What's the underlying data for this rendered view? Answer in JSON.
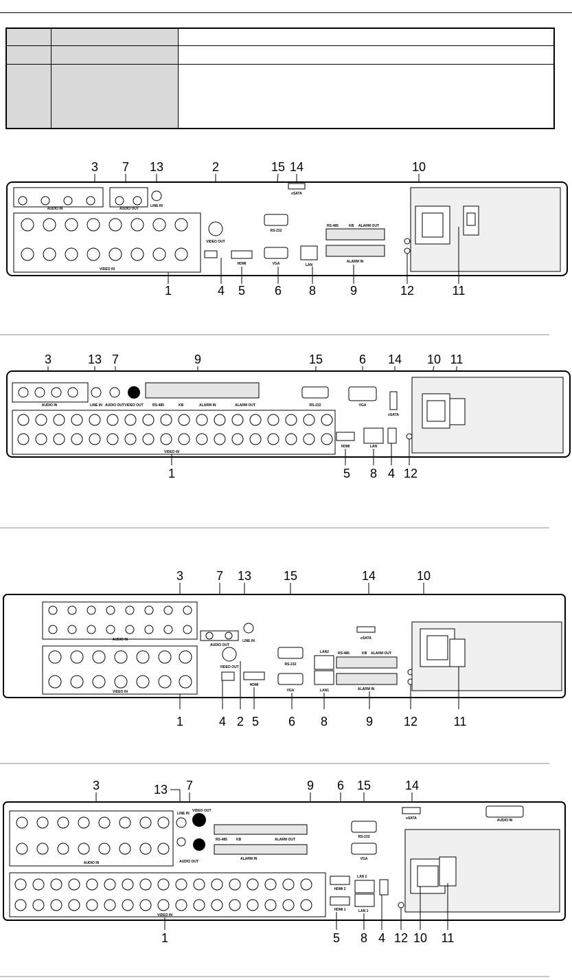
{
  "diagram1": {
    "callouts_top": [
      "3",
      "7",
      "13",
      "2",
      "15",
      "14",
      "10"
    ],
    "callouts_bottom": [
      "1",
      "4",
      "5",
      "6",
      "8",
      "9",
      "12",
      "11"
    ],
    "labels": {
      "audio_in": "AUDIO IN",
      "audio_out": "AUDIO OUT",
      "line_in": "LINE IN",
      "video_out": "VIDEO OUT",
      "rs232": "RS-232",
      "esata": "eSATA",
      "rs485": "RS-485",
      "kb": "KB",
      "alarm_out": "ALARM OUT",
      "alarm_in": "ALARM IN",
      "video_in": "VIDEO IN",
      "hdmi": "HDMI",
      "vga": "VGA",
      "lan": "LAN"
    }
  },
  "diagram2": {
    "callouts_top": [
      "3",
      "13",
      "7",
      "9",
      "15",
      "6",
      "14",
      "10",
      "11"
    ],
    "callouts_bottom": [
      "1",
      "5",
      "8",
      "4",
      "12"
    ],
    "labels": {
      "audio_in": "AUDIO IN",
      "line_in": "LINE IN",
      "audio_out": "AUDIO OUT",
      "video_out": "VIDEO OUT",
      "rs485": "RS-485",
      "kb": "KB",
      "alarm_in": "ALARM IN",
      "alarm_out": "ALARM OUT",
      "rs232": "RS-232",
      "vga": "VGA",
      "esata": "eSATA",
      "video_in": "VIDEO IN",
      "hdmi": "HDMI",
      "lan": "LAN"
    }
  },
  "diagram3": {
    "callouts_top": [
      "3",
      "7",
      "13",
      "15",
      "14",
      "10"
    ],
    "callouts_bottom": [
      "1",
      "4",
      "2",
      "5",
      "6",
      "8",
      "9",
      "12",
      "11"
    ],
    "labels": {
      "audio_in": "AUDIO IN",
      "audio_out": "AUDIO OUT",
      "line_in": "LINE IN",
      "rs232": "RS-232",
      "esata": "eSATA",
      "lan2": "LAN2",
      "lan1": "LAN1",
      "rs485": "RS-485",
      "kb": "KB",
      "alarm_out": "ALARM OUT",
      "alarm_in": "ALARM IN",
      "video_in": "VIDEO IN",
      "video_out": "VIDEO OUT",
      "hdmi": "HDMI",
      "vga": "VGA"
    }
  },
  "diagram4": {
    "callouts_top": [
      "3",
      "13",
      "7",
      "9",
      "6",
      "15",
      "14"
    ],
    "callouts_bottom": [
      "1",
      "5",
      "8",
      "4",
      "12",
      "10",
      "11"
    ],
    "labels": {
      "line_in": "LINE IN",
      "video_out": "VIDEO OUT",
      "audio_in": "AUDIO IN",
      "audio_out": "AUDIO OUT",
      "rs485": "RS-485",
      "kb": "KB",
      "alarm_out": "ALARM OUT",
      "alarm_in": "ALARM IN",
      "rs232": "RS-232",
      "vga": "VGA",
      "esata": "eSATA",
      "lan2": "LAN 2",
      "lan1": "LAN 1",
      "hdmi2": "HDMI 2",
      "hdmi1": "HDMI 1",
      "audio_in2": "AUDIO IN",
      "video_in": "VIDEO IN"
    }
  }
}
